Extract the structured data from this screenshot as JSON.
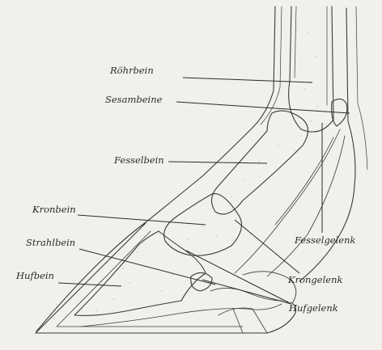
{
  "labels": {
    "roehrbein": "Röhrbein",
    "sesambeine": "Sesambeine",
    "fesselbein": "Fesselbein",
    "kronbein": "Kronbein",
    "strahlbein": "Strahlbein",
    "hufbein": "Hufbein",
    "fesselgelenk": "Fesselgelenk",
    "krongelenk": "Krongelenk",
    "hufgelenk": "Hufgelenk"
  }
}
